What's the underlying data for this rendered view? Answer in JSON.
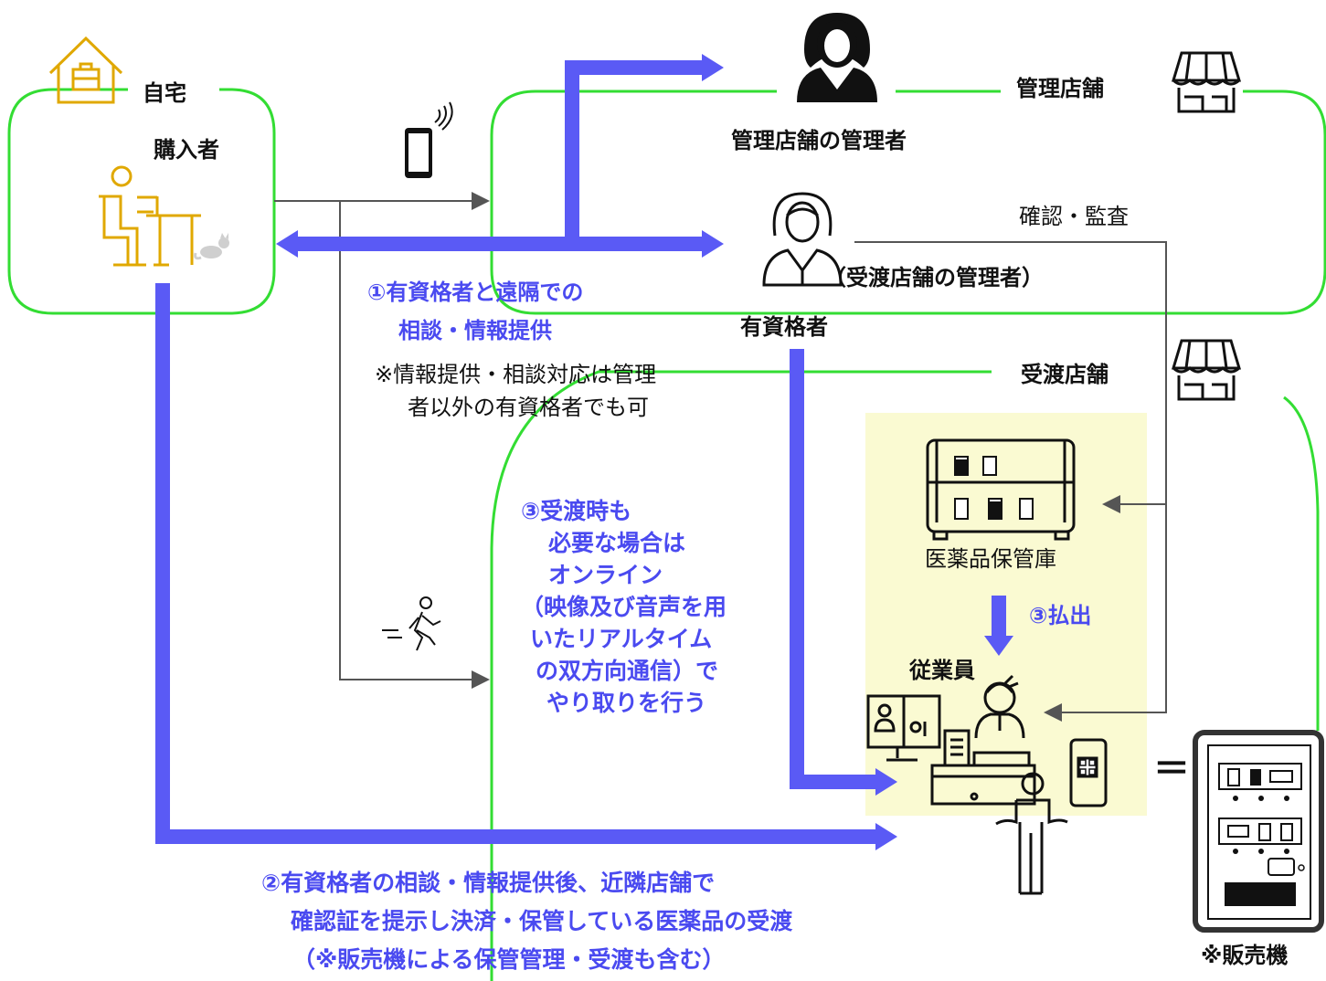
{
  "labels": {
    "home": "自宅",
    "purchaser": "購入者",
    "managing_store": "管理店舗",
    "managing_store_manager": "管理店舗の管理者",
    "confirm_audit": "確認・監査",
    "receiving_store_manager": "（受渡店舗の管理者）",
    "qualified_person": "有資格者",
    "receiving_store": "受渡店舗",
    "storage": "医薬品保管庫",
    "dispense": "③払出",
    "employee": "従業員",
    "equals": "＝",
    "vending_machine": "※販売機"
  },
  "steps": {
    "step1_line1": "①有資格者と遠隔での",
    "step1_line2": "相談・情報提供",
    "note_line1": "※情報提供・相談対応は管理",
    "note_line2": "者以外の有資格者でも可",
    "step3_lines": [
      "③受渡時も",
      "必要な場合は",
      "オンライン",
      "（映像及び音声を用",
      "いたリアルタイム",
      "の双方向通信）で",
      "やり取りを行う"
    ],
    "step2_lines": [
      "②有資格者の相談・情報提供後、近隣店舗で",
      "確認証を提示し決済・保管している医薬品の受渡",
      "（※販売機による保管管理・受渡も含む）"
    ]
  },
  "colors": {
    "arrow_blue": "#5a5af5",
    "text_blue": "#4a4af0",
    "frame_green": "#33dd33",
    "icon_gold": "#e0a800",
    "highlight": "#fafad2"
  },
  "icons": [
    "house-icon",
    "person-desk-icon",
    "cat-icon",
    "smartphone-icon",
    "manager-icon",
    "qualified-person-icon",
    "store-icon",
    "walking-person-icon",
    "medicine-cabinet-icon",
    "pc-monitor-icon",
    "cash-register-icon",
    "employee-icon",
    "customer-icon",
    "qr-phone-icon",
    "vending-machine-icon"
  ]
}
